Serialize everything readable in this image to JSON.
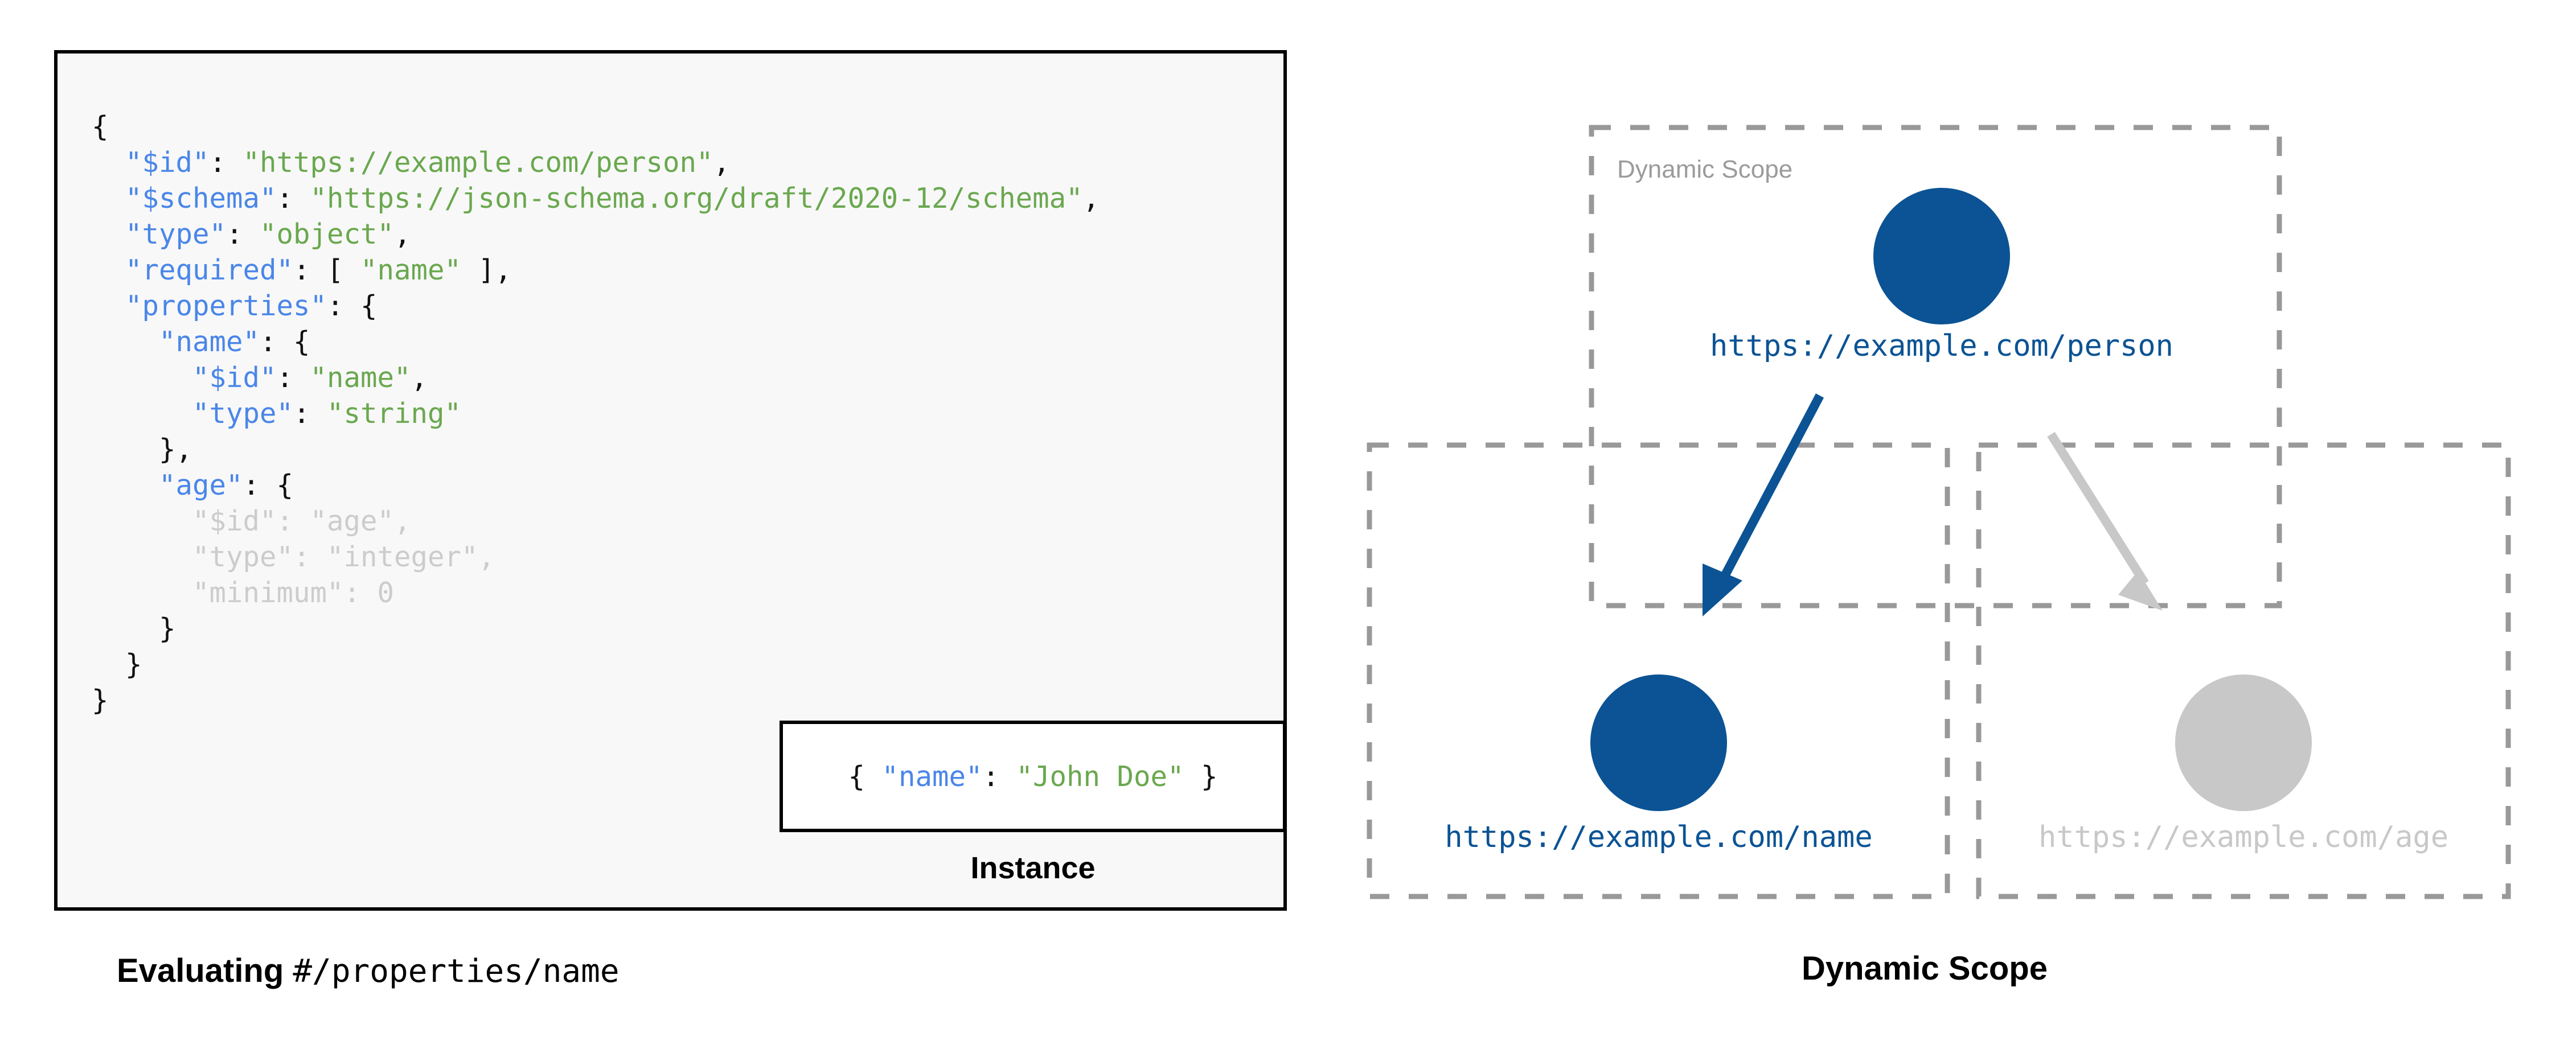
{
  "colors": {
    "key_blue": "#4a86e8",
    "string_green": "#6aa84f",
    "dimmed_grey": "#cccccc",
    "node_blue": "#0b5394",
    "node_grey": "#c8c8c8",
    "dashed_border_grey": "#999999",
    "panel_bg": "#f8f8f8",
    "panel_border": "#000000"
  },
  "schema_panel": {
    "lines": [
      {
        "indent": 0,
        "segments": [
          {
            "text": "{",
            "style": "punct"
          }
        ]
      },
      {
        "indent": 1,
        "segments": [
          {
            "text": "\"$id\"",
            "style": "key"
          },
          {
            "text": ": ",
            "style": "punct"
          },
          {
            "text": "\"https://example.com/person\"",
            "style": "str"
          },
          {
            "text": ",",
            "style": "punct"
          }
        ]
      },
      {
        "indent": 1,
        "segments": [
          {
            "text": "\"$schema\"",
            "style": "key"
          },
          {
            "text": ": ",
            "style": "punct"
          },
          {
            "text": "\"https://json-schema.org/draft/2020-12/schema\"",
            "style": "str"
          },
          {
            "text": ",",
            "style": "punct"
          }
        ]
      },
      {
        "indent": 1,
        "segments": [
          {
            "text": "\"type\"",
            "style": "key"
          },
          {
            "text": ": ",
            "style": "punct"
          },
          {
            "text": "\"object\"",
            "style": "str"
          },
          {
            "text": ",",
            "style": "punct"
          }
        ]
      },
      {
        "indent": 1,
        "segments": [
          {
            "text": "\"required\"",
            "style": "key"
          },
          {
            "text": ": [ ",
            "style": "punct"
          },
          {
            "text": "\"name\"",
            "style": "str"
          },
          {
            "text": " ],",
            "style": "punct"
          }
        ]
      },
      {
        "indent": 1,
        "segments": [
          {
            "text": "\"properties\"",
            "style": "key"
          },
          {
            "text": ": {",
            "style": "punct"
          }
        ]
      },
      {
        "indent": 2,
        "segments": [
          {
            "text": "\"name\"",
            "style": "key"
          },
          {
            "text": ": {",
            "style": "punct"
          }
        ]
      },
      {
        "indent": 3,
        "segments": [
          {
            "text": "\"$id\"",
            "style": "key"
          },
          {
            "text": ": ",
            "style": "punct"
          },
          {
            "text": "\"name\"",
            "style": "str"
          },
          {
            "text": ",",
            "style": "punct"
          }
        ]
      },
      {
        "indent": 3,
        "segments": [
          {
            "text": "\"type\"",
            "style": "key"
          },
          {
            "text": ": ",
            "style": "punct"
          },
          {
            "text": "\"string\"",
            "style": "str"
          }
        ]
      },
      {
        "indent": 2,
        "segments": [
          {
            "text": "},",
            "style": "punct"
          }
        ]
      },
      {
        "indent": 2,
        "segments": [
          {
            "text": "\"age\"",
            "style": "key"
          },
          {
            "text": ": {",
            "style": "punct"
          }
        ]
      },
      {
        "indent": 3,
        "segments": [
          {
            "text": "\"$id\"",
            "style": "dim"
          },
          {
            "text": ": ",
            "style": "dim"
          },
          {
            "text": "\"age\"",
            "style": "dim"
          },
          {
            "text": ",",
            "style": "dim"
          }
        ]
      },
      {
        "indent": 3,
        "segments": [
          {
            "text": "\"type\"",
            "style": "dim"
          },
          {
            "text": ": ",
            "style": "dim"
          },
          {
            "text": "\"integer\"",
            "style": "dim"
          },
          {
            "text": ",",
            "style": "dim"
          }
        ]
      },
      {
        "indent": 3,
        "segments": [
          {
            "text": "\"minimum\"",
            "style": "dim"
          },
          {
            "text": ": ",
            "style": "dim"
          },
          {
            "text": "0",
            "style": "dim"
          }
        ]
      },
      {
        "indent": 2,
        "segments": [
          {
            "text": "}",
            "style": "punct"
          }
        ]
      },
      {
        "indent": 1,
        "segments": [
          {
            "text": "}",
            "style": "punct"
          }
        ]
      },
      {
        "indent": 0,
        "segments": [
          {
            "text": "}",
            "style": "punct"
          }
        ]
      }
    ]
  },
  "instance": {
    "segments": [
      {
        "text": "{ ",
        "style": "punct"
      },
      {
        "text": "\"name\"",
        "style": "key"
      },
      {
        "text": ": ",
        "style": "punct"
      },
      {
        "text": "\"John Doe\"",
        "style": "str"
      },
      {
        "text": " }",
        "style": "punct"
      }
    ],
    "caption": "Instance"
  },
  "left_caption": {
    "bold_text": "Evaluating ",
    "mono_text": "#/properties/name"
  },
  "diagram": {
    "scope_label": "Dynamic Scope",
    "nodes": [
      {
        "id": "person",
        "label": "https://example.com/person",
        "state": "active"
      },
      {
        "id": "name",
        "label": "https://example.com/name",
        "state": "active"
      },
      {
        "id": "age",
        "label": "https://example.com/age",
        "state": "dimmed"
      }
    ],
    "edges": [
      {
        "from": "person",
        "to": "name",
        "state": "active"
      },
      {
        "from": "person",
        "to": "age",
        "state": "dimmed"
      }
    ],
    "caption": "Dynamic Scope"
  }
}
